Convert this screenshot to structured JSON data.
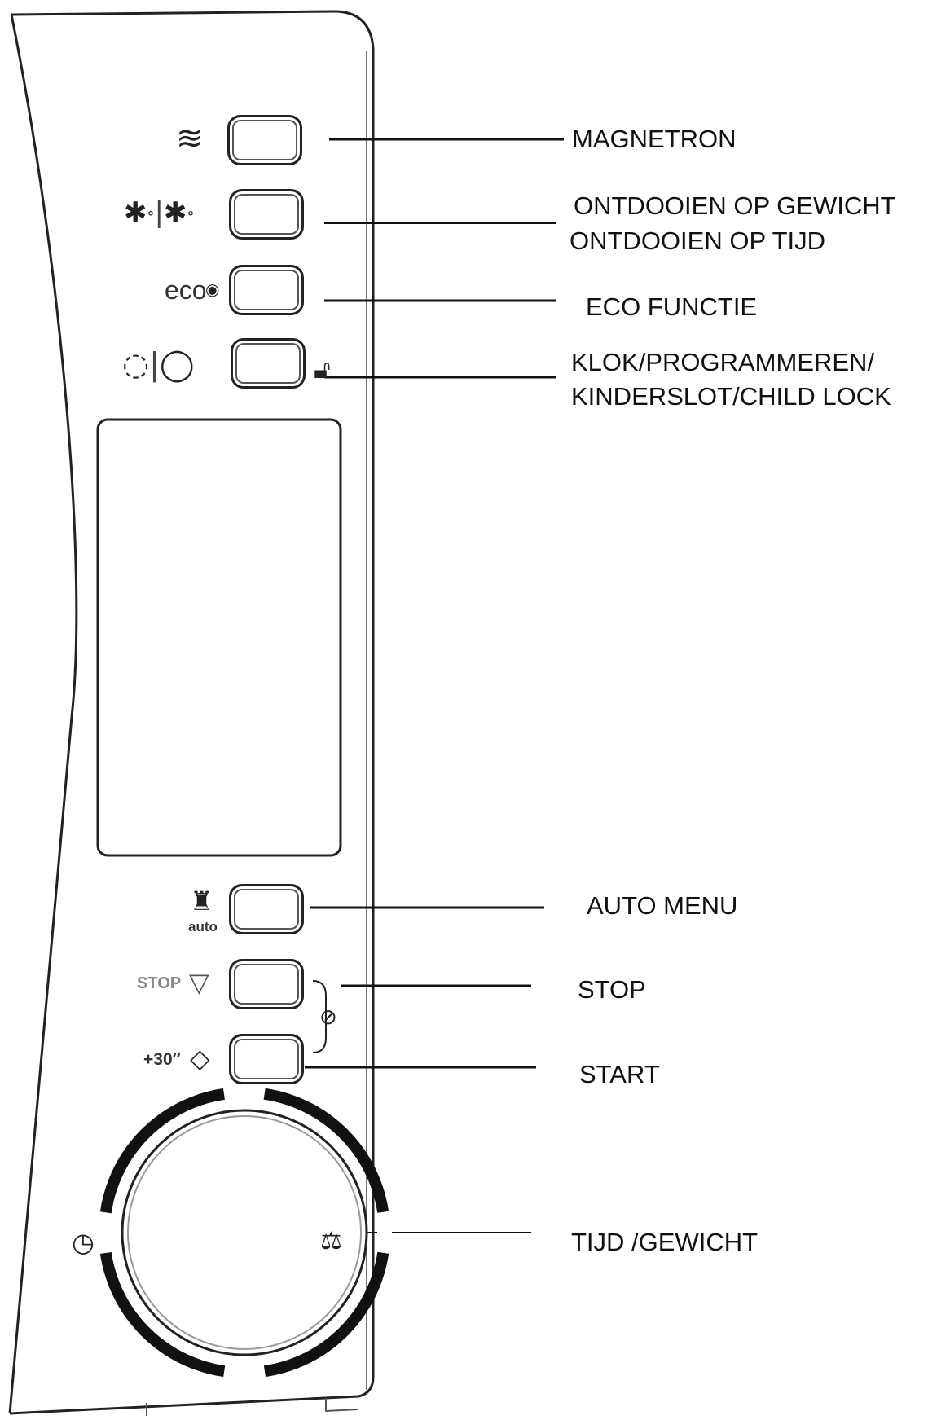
{
  "labels": {
    "magnetron": "MAGNETRON",
    "defrost_weight": "ONTDOOIEN OP GEWICHT",
    "defrost_time": "ONTDOOIEN OP TIJD",
    "eco": "ECO FUNCTIE",
    "clock_line1": "KLOK/PROGRAMMEREN/",
    "clock_line2": "KINDERSLOT/CHILD LOCK",
    "auto_menu": "AUTO MENU",
    "stop": "STOP",
    "start": "START",
    "knob": "TIJD /GEWICHT"
  },
  "panel_text": {
    "eco": "eco",
    "auto": "auto",
    "stop": "STOP",
    "plus30": "+30″"
  },
  "icons": {
    "microwave": "microwave-waves-icon",
    "defrost": "defrost-snowflake-icon",
    "eco": "eco-leaf-icon",
    "clock": "clock-check-icon",
    "lock": "padlock-icon",
    "chef": "chef-hat-icon",
    "stop": "stop-triangle-icon",
    "start": "start-diamond-icon",
    "childlock": "child-lock-icon",
    "knob_time": "knob-clock-icon",
    "knob_weight": "knob-weight-icon"
  },
  "colors": {
    "line": "#111111",
    "panel": "#ffffff"
  }
}
